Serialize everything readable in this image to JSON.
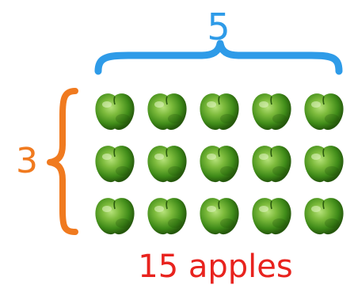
{
  "labels": {
    "columns": "5",
    "rows": "3",
    "total": "15 apples"
  },
  "grid": {
    "columns": 5,
    "rows": 3,
    "item": "apple-icon"
  },
  "colors": {
    "columns_accent": "#2E9BE8",
    "rows_accent": "#F07A1F",
    "total_accent": "#E8231E",
    "apple_light": "#8BCB47",
    "apple_mid": "#4F9A22",
    "apple_dark": "#2C6410"
  }
}
